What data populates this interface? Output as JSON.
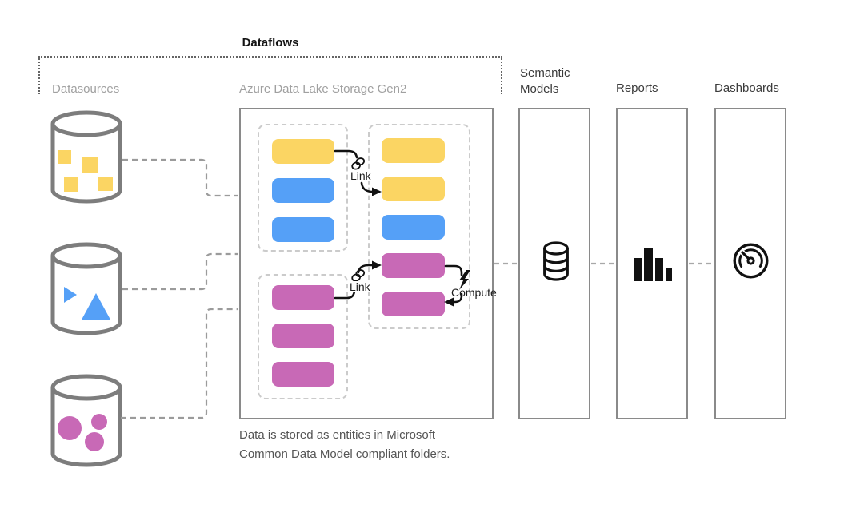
{
  "header": {
    "title": "Dataflows",
    "columns": {
      "datasources": "Datasources",
      "adls": "Azure Data Lake Storage Gen2",
      "semantic_models": "Semantic Models",
      "reports": "Reports",
      "dashboards": "Dashboards"
    }
  },
  "colors": {
    "yellow": "#fbd563",
    "blue": "#55a0f7",
    "magenta": "#c869b6",
    "cylinder_outline": "#7d7d7d",
    "box_border": "#8a8a8a",
    "dashed_group_border": "#cbcbcb",
    "connector_gray": "#9b9b9b",
    "arrow_black": "#111111"
  },
  "datasources": [
    {
      "icon": "database-cylinder-icon",
      "shapes": "squares",
      "color": "yellow"
    },
    {
      "icon": "database-cylinder-icon",
      "shapes": "triangles",
      "color": "blue"
    },
    {
      "icon": "database-cylinder-icon",
      "shapes": "circles",
      "color": "magenta"
    }
  ],
  "adls": {
    "entity_groups": [
      {
        "id": "ingested-entities-top",
        "bars": [
          "yellow",
          "blue",
          "blue"
        ]
      },
      {
        "id": "ingested-entities-bottom",
        "bars": [
          "magenta",
          "magenta",
          "magenta"
        ]
      },
      {
        "id": "linked-computed-entities",
        "bars": [
          "yellow",
          "yellow",
          "blue",
          "magenta",
          "magenta"
        ]
      }
    ],
    "annotations": {
      "link_top": "Link",
      "link_bottom": "Link",
      "compute": "Compute",
      "link_icon": "chain-link-icon",
      "compute_icon": "lightning-bolt-icon"
    },
    "caption_lines": [
      "Data is stored as entities in Microsoft",
      "Common Data Model compliant folders."
    ]
  },
  "stages": [
    {
      "label": "Semantic Models",
      "icon": "database-icon"
    },
    {
      "label": "Reports",
      "icon": "bar-chart-icon"
    },
    {
      "label": "Dashboards",
      "icon": "gauge-icon"
    }
  ]
}
